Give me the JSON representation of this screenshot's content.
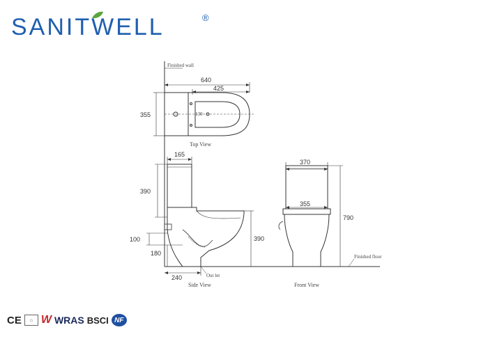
{
  "brand": {
    "name": "SANITWELL",
    "registered_mark": "®",
    "color": "#1f5fb0",
    "leaf_color": "#5aa63c"
  },
  "drawing": {
    "top_view": {
      "label": "Top View",
      "finished_wall": "Finished wall",
      "dim_total_length": "640",
      "dim_bowl_length": "425",
      "dim_width": "355",
      "dim_hole": "130"
    },
    "side_view": {
      "label": "Side View",
      "dim_tank_depth": "165",
      "dim_tank_height": "390",
      "dim_seat_height": "390",
      "dim_inlet_height": "100",
      "dim_outlet_height": "180",
      "dim_outlet_distance": "240",
      "outlet_label": "Out let"
    },
    "front_view": {
      "label": "Front View",
      "dim_tank_width": "370",
      "dim_bowl_width": "355",
      "dim_total_height": "790",
      "finished_floor": "Finished floor"
    }
  },
  "certifications": {
    "ce": "CE",
    "w": "W",
    "wras": "WRAS",
    "bsci": "BSCI",
    "nf": "NF"
  }
}
